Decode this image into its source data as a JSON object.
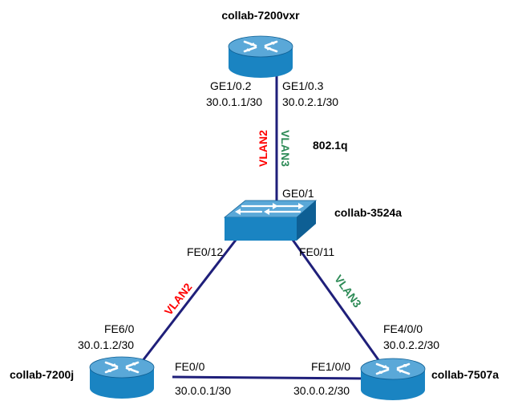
{
  "colors": {
    "link": "#1f1f7a",
    "device_top": "#5aa8d8",
    "device_side": "#1a84c2",
    "device_edge": "#0e5f94",
    "vlan2": "#ff0000",
    "vlan3": "#2e8b57"
  },
  "icons": {
    "router": "router-icon",
    "switch": "switch-icon"
  },
  "devices": {
    "router_top": {
      "name": "collab-7200vxr"
    },
    "switch": {
      "name": "collab-3524a"
    },
    "router_left": {
      "name": "collab-7200j"
    },
    "router_right": {
      "name": "collab-7507a"
    }
  },
  "trunk": {
    "protocol": "802.1q",
    "vlan_left": "VLAN2",
    "vlan_right": "VLAN3",
    "top_left_if": "GE1/0.2",
    "top_left_ip": "30.0.1.1/30",
    "top_right_if": "GE1/0.3",
    "top_right_ip": "30.0.2.1/30",
    "switch_if": "GE0/1"
  },
  "left_link": {
    "switch_if": "FE0/12",
    "vlan": "VLAN2",
    "router_if": "FE6/0",
    "router_ip": "30.0.1.2/30"
  },
  "right_link": {
    "switch_if": "FE0/11",
    "vlan": "VLAN3",
    "router_if": "FE4/0/0",
    "router_ip": "30.0.2.2/30"
  },
  "bottom_link": {
    "left_if": "FE0/0",
    "left_ip": "30.0.0.1/30",
    "right_if": "FE1/0/0",
    "right_ip": "30.0.0.2/30"
  }
}
